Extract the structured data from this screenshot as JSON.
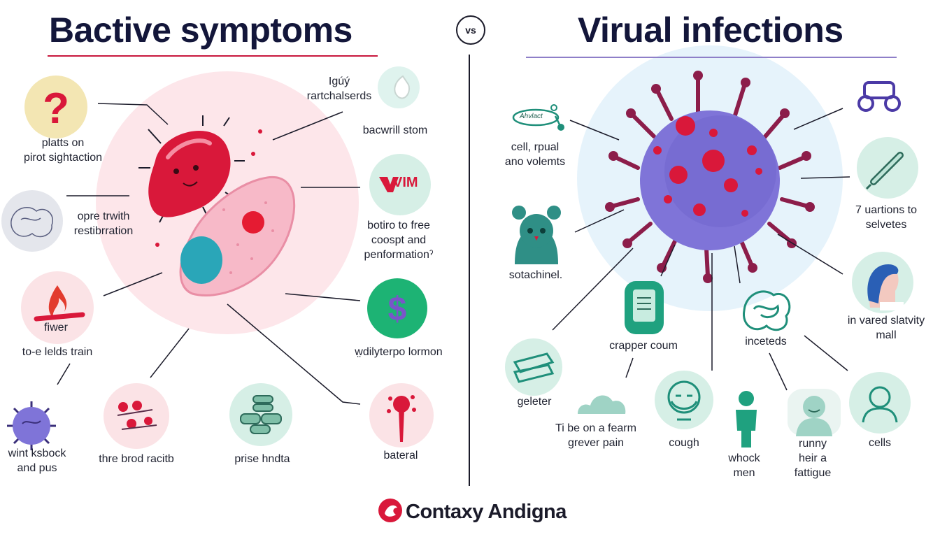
{
  "headings": {
    "left_title": "Bactive symptoms",
    "right_title": "Virual infections",
    "vs": "vs"
  },
  "bacterial_labels": [
    {
      "id": "plats",
      "text": "platts on\npirot sightaction"
    },
    {
      "id": "igu",
      "text": "Igúý\nrartchalserds"
    },
    {
      "id": "bacwrill",
      "text": "bacwrill stom"
    },
    {
      "id": "opre",
      "text": "opre trwith\nrestibrration"
    },
    {
      "id": "botiro",
      "text": "botiro to free\ncoospt and\npenformationˀ"
    },
    {
      "id": "fwer",
      "text": "fiwer"
    },
    {
      "id": "toe",
      "text": "to-e lelds train"
    },
    {
      "id": "wdily",
      "text": "w̤dilyterpo lormon"
    },
    {
      "id": "wint",
      "text": "wint ksbock\nand pus"
    },
    {
      "id": "thre",
      "text": "thre brod racitb"
    },
    {
      "id": "prise",
      "text": "prise hndta"
    },
    {
      "id": "bateral",
      "text": "bateral"
    }
  ],
  "viral_labels": [
    {
      "id": "cell",
      "text": "cell, rpual\nano volemts"
    },
    {
      "id": "tuartions",
      "text": "7 uartions to\nselvetes"
    },
    {
      "id": "sotachinel",
      "text": "sotachinel."
    },
    {
      "id": "invared",
      "text": "in vared slatvity\nmall"
    },
    {
      "id": "crapper",
      "text": "crapper coum"
    },
    {
      "id": "inceteds",
      "text": "inceteds"
    },
    {
      "id": "geleter",
      "text": "geleter"
    },
    {
      "id": "tibe",
      "text": "Ti be on a fearm\ngrever pain"
    },
    {
      "id": "cough",
      "text": "cough"
    },
    {
      "id": "whock",
      "text": "whock\nmen"
    },
    {
      "id": "runny",
      "text": "runny\nheir a\nfattigue"
    },
    {
      "id": "cells",
      "text": "cells"
    }
  ],
  "badge_texts": {
    "vim": "VIM",
    "tag": "Ahvlact"
  },
  "brand": {
    "name": "Contaxy Andigna"
  },
  "colors": {
    "bacteria_red": "#d9183a",
    "bacteria_pink": "#f7b9c8",
    "virus_purple": "#7f74d8",
    "virus_spike": "#8c1d4a",
    "mint": "#d9f2ea",
    "teal": "#1f8f7a",
    "title_navy": "#13163a",
    "left_rule": "#c8173d",
    "right_rule": "#8e7fc8"
  }
}
